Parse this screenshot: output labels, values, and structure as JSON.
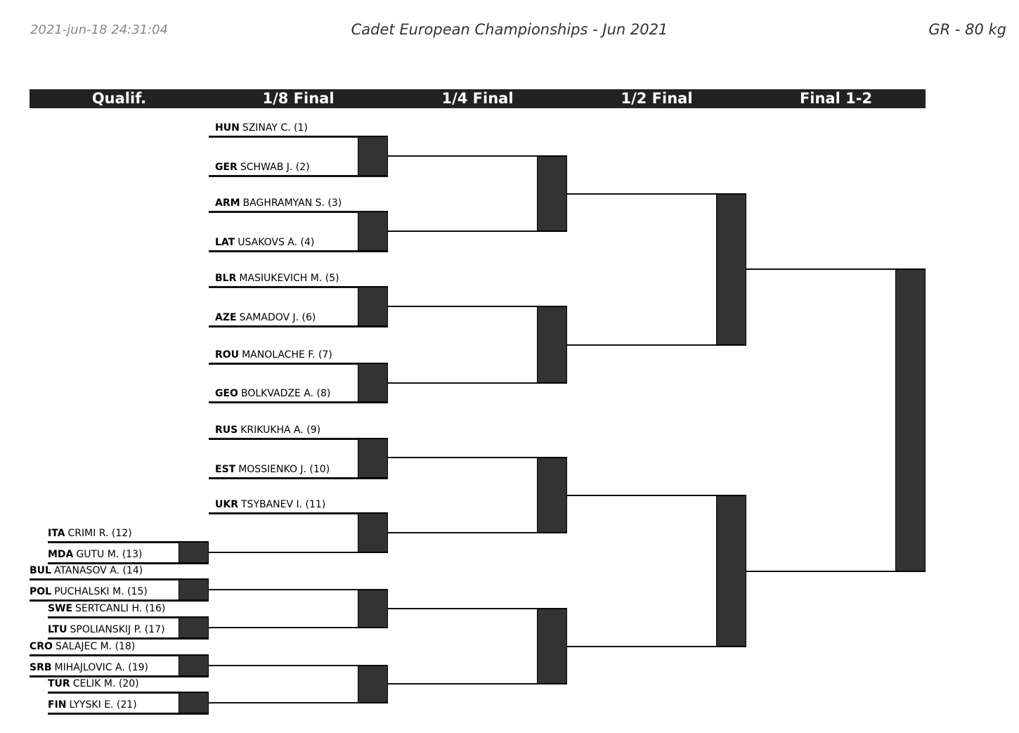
{
  "header": {
    "timestamp": "2021-jun-18 24:31:04",
    "title": "Cadet European Championships - Jun 2021",
    "category": "GR - 80 kg"
  },
  "rounds": [
    "Qualif.",
    "1/8 Final",
    "1/4 Final",
    "1/2 Final",
    "Final 1-2"
  ],
  "r16": [
    {
      "country": "HUN",
      "name": "SZINAY C. (1)"
    },
    {
      "country": "GER",
      "name": "SCHWAB J. (2)"
    },
    {
      "country": "ARM",
      "name": "BAGHRAMYAN S. (3)"
    },
    {
      "country": "LAT",
      "name": "USAKOVS A. (4)"
    },
    {
      "country": "BLR",
      "name": "MASIUKEVICH M. (5)"
    },
    {
      "country": "AZE",
      "name": "SAMADOV J. (6)"
    },
    {
      "country": "ROU",
      "name": "MANOLACHE F. (7)"
    },
    {
      "country": "GEO",
      "name": "BOLKVADZE A. (8)"
    },
    {
      "country": "RUS",
      "name": "KRIKUKHA A. (9)"
    },
    {
      "country": "EST",
      "name": "MOSSIENKO J. (10)"
    },
    {
      "country": "UKR",
      "name": "TSYBANEV I. (11)"
    }
  ],
  "qual": [
    {
      "country": "ITA",
      "name": "CRIMI R. (12)"
    },
    {
      "country": "MDA",
      "name": "GUTU M. (13)"
    },
    {
      "country": "BUL",
      "name": "ATANASOV A. (14)"
    },
    {
      "country": "POL",
      "name": "PUCHALSKI M. (15)"
    },
    {
      "country": "SWE",
      "name": "SERTCANLI H. (16)"
    },
    {
      "country": "LTU",
      "name": "SPOLIANSKIJ P. (17)"
    },
    {
      "country": "CRO",
      "name": "SALAJEC M. (18)"
    },
    {
      "country": "SRB",
      "name": "MIHAJLOVIC A. (19)"
    },
    {
      "country": "TUR",
      "name": "CELIK M. (20)"
    },
    {
      "country": "FIN",
      "name": "LYYSKI E. (21)"
    }
  ]
}
